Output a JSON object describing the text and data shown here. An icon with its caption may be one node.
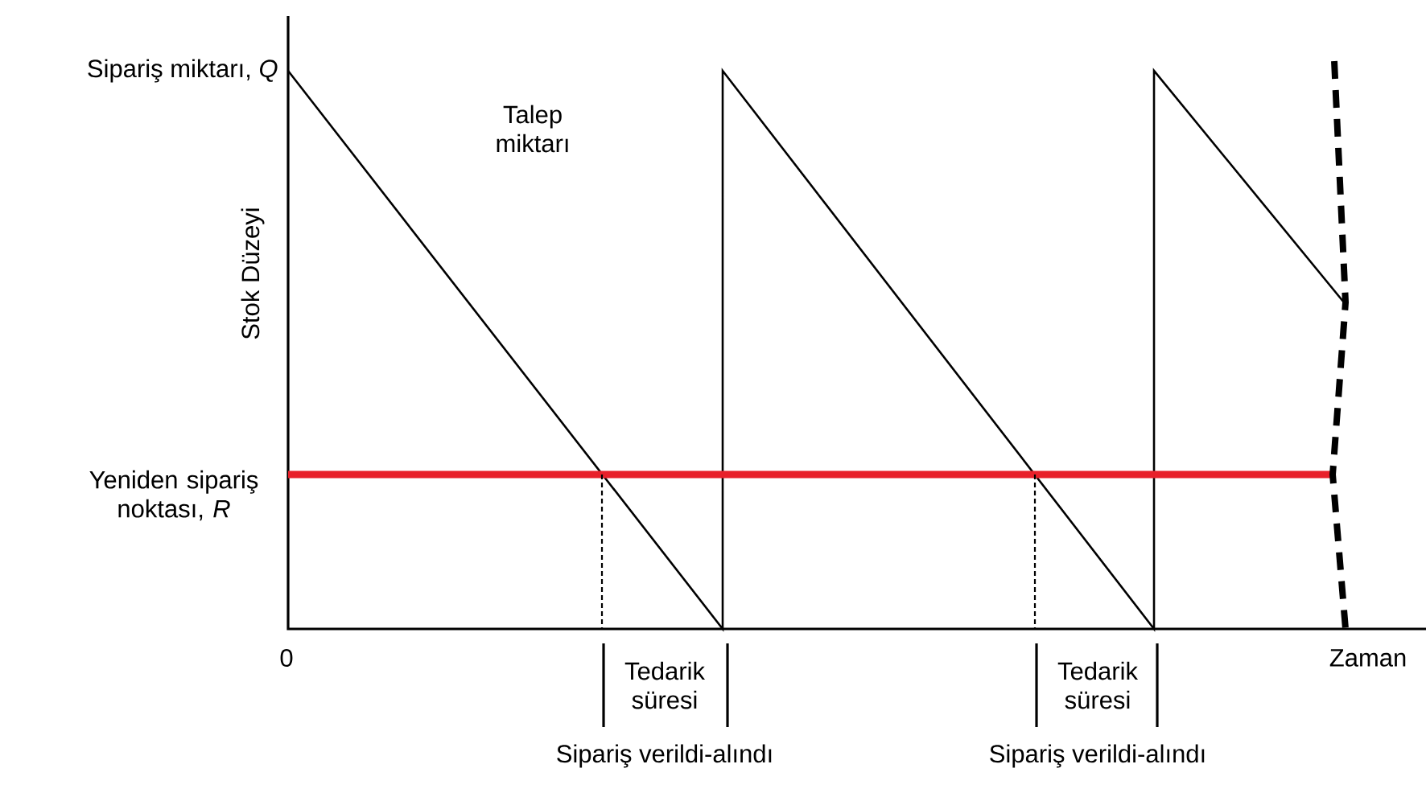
{
  "diagram": {
    "labels": [
      "Sipariş miktarı, *Q*",
      "Talep miktarı",
      "Stok Düzeyi",
      "Yeniden sipariş noktası, *R*",
      "0",
      "Tedarik süresi",
      "Tedarik süresi",
      "Zaman",
      "Sipariş verildi-alındı",
      "Sipariş verildi-alındı"
    ]
  }
}
